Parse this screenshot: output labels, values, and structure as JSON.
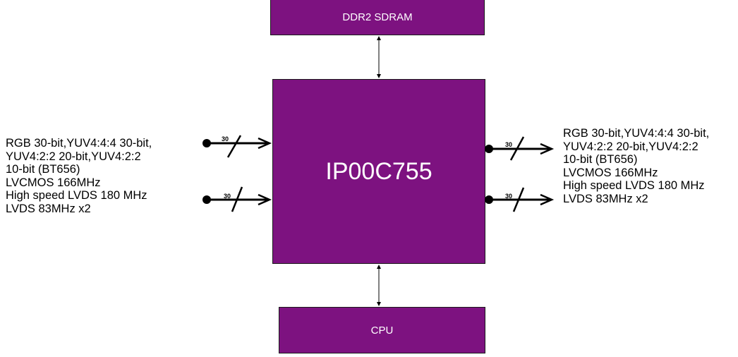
{
  "blocks": {
    "memory": "DDR2 SDRAM",
    "core": "IP00C755",
    "cpu": "CPU"
  },
  "buses": {
    "inputs": [
      {
        "width_label": "30"
      },
      {
        "width_label": "30"
      }
    ],
    "outputs": [
      {
        "width_label": "30"
      },
      {
        "width_label": "30"
      }
    ]
  },
  "input_description": [
    "RGB 30-bit,YUV4:4:4 30-bit,",
    "YUV4:2:2 20-bit,YUV4:2:2",
    "10-bit (BT656)",
    "LVCMOS 166MHz",
    "High speed LVDS 180 MHz",
    "LVDS 83MHz x2"
  ],
  "output_description": [
    "RGB 30-bit,YUV4:4:4 30-bit,",
    "YUV4:2:2 20-bit,YUV4:2:2",
    "10-bit (BT656)",
    "LVCMOS 166MHz",
    "High speed LVDS 180 MHz",
    "LVDS 83MHz x2"
  ],
  "colors": {
    "block_fill": "#7d1280",
    "block_text": "#ffffff",
    "line": "#000000"
  }
}
